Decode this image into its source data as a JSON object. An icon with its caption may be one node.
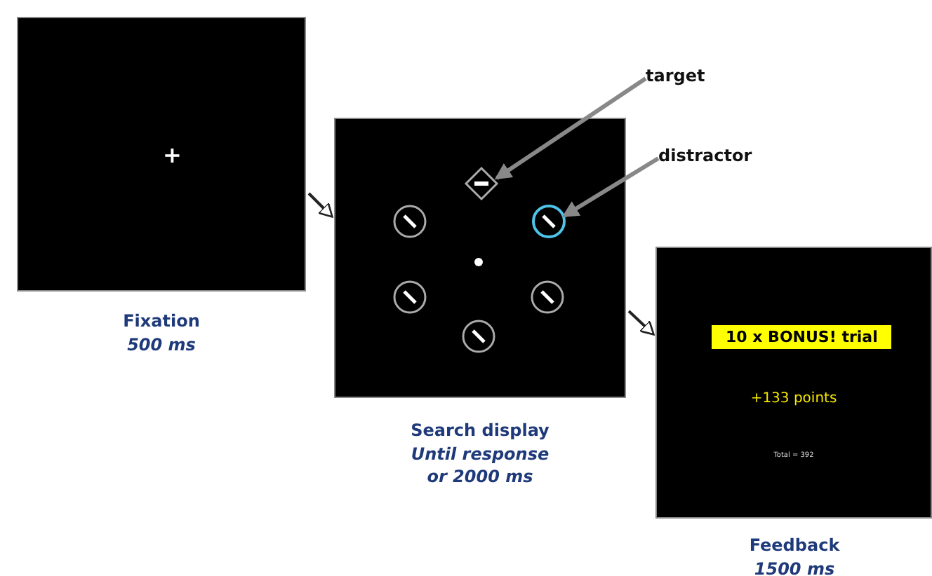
{
  "diagram": {
    "nodes": [
      {
        "text": [
          "+"
        ],
        "beside": [
          "Fixation",
          "500 ms"
        ]
      },
      {
        "text": [],
        "shape": "box",
        "beside": [
          "Search display",
          "Until response or 2000 ms"
        ]
      },
      {
        "text": [],
        "shape": "diamond",
        "in": 1
      },
      {
        "text": [],
        "shape": "circle",
        "in": 1
      },
      {
        "text": [
          "target"
        ]
      },
      {
        "text": [
          "distractor"
        ]
      },
      {
        "text": [
          "10 x BONUS! trial",
          "+133 points",
          "Total = 392"
        ],
        "beside": [
          "Feedback",
          "1500 ms"
        ]
      }
    ],
    "edges": [
      {
        "from": 0,
        "to": 1,
        "arrow": "to"
      },
      {
        "from": 1,
        "to": 6,
        "arrow": "to"
      },
      {
        "from": 4,
        "to": 2,
        "arrow": "to",
        "color": "#888888"
      },
      {
        "from": 5,
        "to": 3,
        "arrow": "to",
        "color": "#888888"
      }
    ]
  }
}
